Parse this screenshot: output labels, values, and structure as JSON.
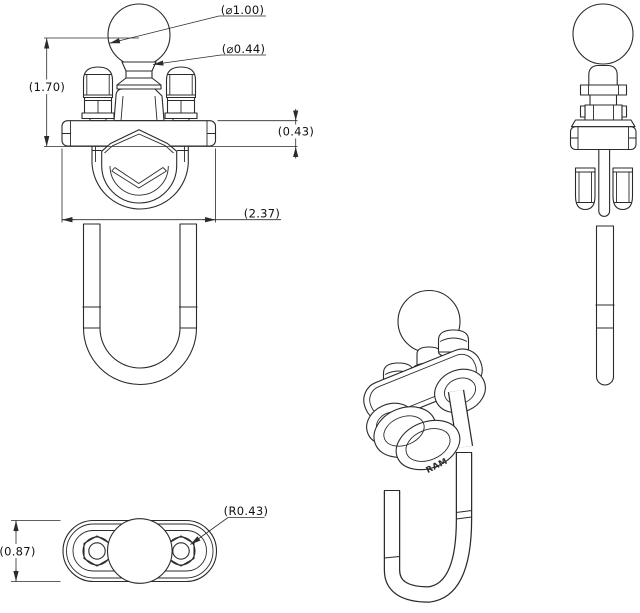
{
  "drawing": {
    "background": "#ffffff",
    "line_color": "#2b2b2b",
    "dimensions": {
      "ball_diameter": "(⌀1.00)",
      "neck_diameter": "(⌀0.44)",
      "overall_height": "(1.70)",
      "plate_thickness": "(0.43)",
      "base_width": "(2.37)",
      "base_depth": "(0.87)",
      "corner_radius": "(R0.43)"
    },
    "logo_text": "RAM"
  }
}
